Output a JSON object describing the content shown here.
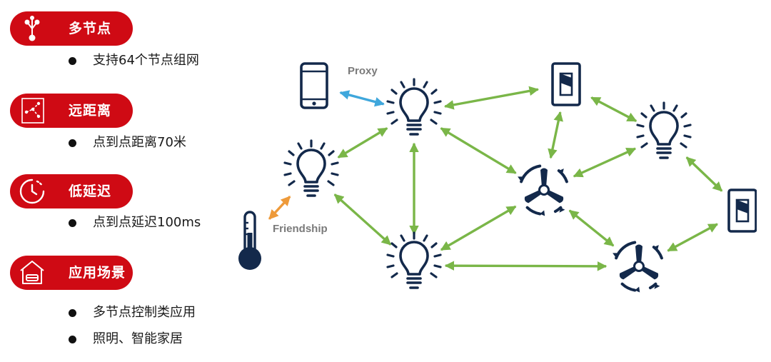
{
  "features": [
    {
      "title": "多节点",
      "icon": "network-nodes-icon",
      "bullets": [
        "支持64个节点组网"
      ]
    },
    {
      "title": "远距离",
      "icon": "long-distance-icon",
      "bullets": [
        "点到点距离70米"
      ]
    },
    {
      "title": "低延迟",
      "icon": "clock-icon",
      "bullets": [
        "点到点延迟100ms"
      ]
    },
    {
      "title": "应用场景",
      "icon": "home-sofa-icon",
      "bullets": [
        "多节点控制类应用",
        "照明、智能家居"
      ]
    }
  ],
  "diagram": {
    "labels": {
      "proxy": "Proxy",
      "friendship": "Friendship"
    },
    "colors": {
      "accent": "#cf0a14",
      "node": "#13294b",
      "mesh_link": "#7ab648",
      "proxy_link": "#3fa7dc",
      "friendship_link": "#ee9a3a"
    },
    "nodes": [
      {
        "id": "phone",
        "type": "phone-icon"
      },
      {
        "id": "bulb-top",
        "type": "bulb-icon"
      },
      {
        "id": "switch-top",
        "type": "switch-icon"
      },
      {
        "id": "bulb-right",
        "type": "bulb-icon"
      },
      {
        "id": "bulb-left",
        "type": "bulb-icon"
      },
      {
        "id": "fan-center",
        "type": "fan-icon"
      },
      {
        "id": "switch-right",
        "type": "switch-icon"
      },
      {
        "id": "thermometer",
        "type": "thermometer-icon"
      },
      {
        "id": "bulb-bottom",
        "type": "bulb-icon"
      },
      {
        "id": "fan-bottom",
        "type": "fan-icon"
      }
    ],
    "links": [
      {
        "from": "phone",
        "to": "bulb-top",
        "kind": "proxy"
      },
      {
        "from": "thermometer",
        "to": "bulb-left",
        "kind": "friendship"
      },
      {
        "from": "bulb-top",
        "to": "switch-top",
        "kind": "mesh"
      },
      {
        "from": "bulb-top",
        "to": "bulb-left",
        "kind": "mesh"
      },
      {
        "from": "bulb-top",
        "to": "bulb-bottom",
        "kind": "mesh"
      },
      {
        "from": "bulb-top",
        "to": "fan-center",
        "kind": "mesh"
      },
      {
        "from": "switch-top",
        "to": "bulb-right",
        "kind": "mesh"
      },
      {
        "from": "switch-top",
        "to": "fan-center",
        "kind": "mesh"
      },
      {
        "from": "bulb-left",
        "to": "bulb-bottom",
        "kind": "mesh"
      },
      {
        "from": "bulb-bottom",
        "to": "fan-center",
        "kind": "mesh"
      },
      {
        "from": "bulb-bottom",
        "to": "fan-bottom",
        "kind": "mesh"
      },
      {
        "from": "fan-center",
        "to": "bulb-right",
        "kind": "mesh"
      },
      {
        "from": "fan-center",
        "to": "fan-bottom",
        "kind": "mesh"
      },
      {
        "from": "bulb-right",
        "to": "switch-right",
        "kind": "mesh"
      },
      {
        "from": "switch-right",
        "to": "fan-bottom",
        "kind": "mesh"
      }
    ]
  }
}
